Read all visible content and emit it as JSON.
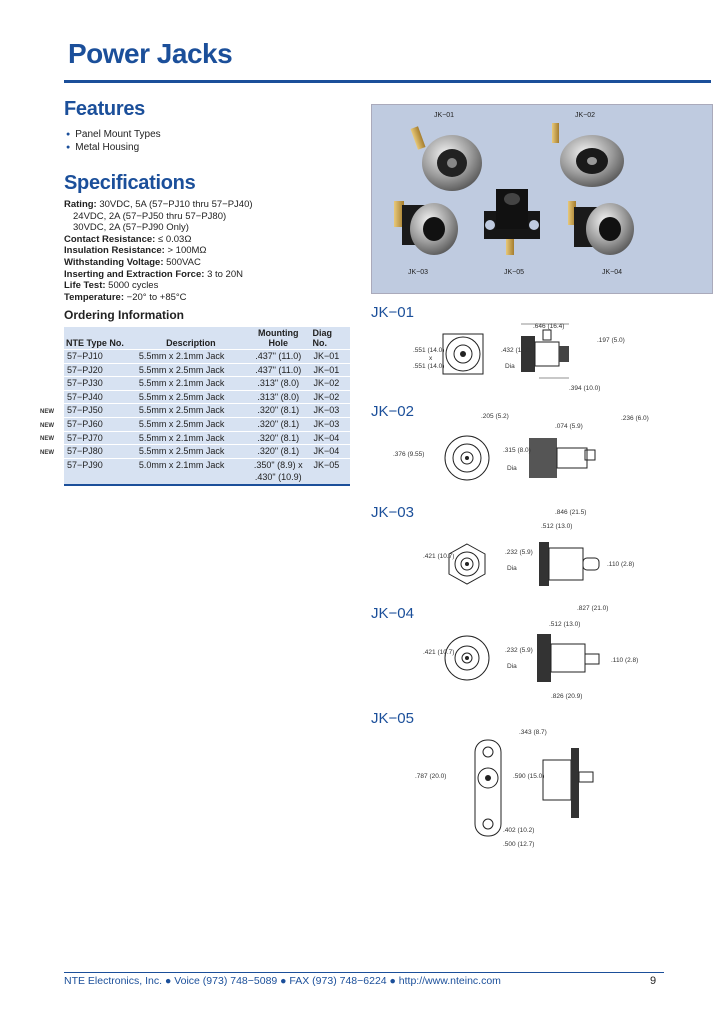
{
  "page": {
    "title": "Power Jacks",
    "features_heading": "Features",
    "features": [
      "Panel Mount Types",
      "Metal Housing"
    ],
    "specs_heading": "Specifications",
    "specs": {
      "rating_label": "Rating:",
      "rating_1": "30VDC, 5A (57−PJ10 thru 57−PJ40)",
      "rating_2": "24VDC, 2A (57−PJ50 thru 57−PJ80)",
      "rating_3": "30VDC, 2A (57−PJ90 Only)",
      "contact_label": "Contact Resistance:",
      "contact_value": "≤ 0.03Ω",
      "insulation_label": "Insulation Resistance:",
      "insulation_value": "> 100MΩ",
      "withstanding_label": "Withstanding Voltage:",
      "withstanding_value": "500VAC",
      "inserting_label": "Inserting and Extraction Force:",
      "inserting_value": "3 to 20N",
      "life_label": "Life Test:",
      "life_value": "5000 cycles",
      "temp_label": "Temperature:",
      "temp_value": "−20° to +85°C"
    },
    "ordering": {
      "heading": "Ordering Information",
      "headers": [
        "NTE Type No.",
        "Description",
        "Mounting Hole",
        "Diag No."
      ],
      "rows": [
        [
          "57−PJ10",
          "5.5mm x 2.1mm Jack",
          ".437\" (11.0)",
          "JK−01"
        ],
        [
          "57−PJ20",
          "5.5mm x 2.5mm Jack",
          ".437\" (11.0)",
          "JK−01"
        ],
        [
          "57−PJ30",
          "5.5mm x 2.1mm Jack",
          ".313\" (8.0)",
          "JK−02"
        ],
        [
          "57−PJ40",
          "5.5mm x 2.5mm Jack",
          ".313\" (8.0)",
          "JK−02"
        ],
        [
          "57−PJ50",
          "5.5mm x 2.5mm Jack",
          ".320\" (8.1)",
          "JK−03"
        ],
        [
          "57−PJ60",
          "5.5mm x 2.5mm Jack",
          ".320\" (8.1)",
          "JK−03"
        ],
        [
          "57−PJ70",
          "5.5mm x 2.1mm Jack",
          ".320\" (8.1)",
          "JK−04"
        ],
        [
          "57−PJ80",
          "5.5mm x 2.5mm Jack",
          ".320\" (8.1)",
          "JK−04"
        ],
        [
          "57−PJ90",
          "5.0mm x 2.1mm Jack",
          ".350\" (8.9) x .430\" (10.9)",
          "JK−05"
        ]
      ],
      "new_label": "NEW"
    },
    "photo_labels": [
      "JK−01",
      "JK−02",
      "JK−03",
      "JK−05",
      "JK−04"
    ],
    "diagrams": {
      "jk01": {
        "label": "JK−01",
        "dims": [
          ".646 (16.4)",
          ".197 (5.0)",
          ".551 (14.0)",
          "x",
          ".551 (14.0)",
          ".432 (11.0)",
          "Dia",
          ".394 (10.0)"
        ]
      },
      "jk02": {
        "label": "JK−02",
        "dims": [
          ".205 (5.2)",
          ".074 (5.9)",
          ".236 (6.0)",
          ".376 (9.55)",
          ".315 (8.0)",
          "Dia"
        ]
      },
      "jk03": {
        "label": "JK−03",
        "dims": [
          ".846 (21.5)",
          ".512 (13.0)",
          ".421 (10.7)",
          ".232 (5.9)",
          "Dia",
          ".110 (2.8)",
          ".827 (21.0)"
        ]
      },
      "jk04": {
        "label": "JK−04",
        "dims": [
          ".512 (13.0)",
          ".421 (10.7)",
          ".232 (5.9)",
          "Dia",
          ".110 (2.8)",
          ".826 (20.9)"
        ]
      },
      "jk05": {
        "label": "JK−05",
        "dims": [
          ".343 (8.7)",
          ".787 (20.0)",
          ".590 (15.0)",
          ".402 (10.2)",
          ".500 (12.7)"
        ]
      }
    },
    "footer": "NTE Electronics, Inc. ● Voice (973) 748−5089 ● FAX (973) 748−6224 ● http://www.nteinc.com",
    "page_number": "9",
    "colors": {
      "accent": "#1b4f9a",
      "table_bg": "#d7e2f2",
      "photo_bg": "#bfcbe0"
    }
  }
}
